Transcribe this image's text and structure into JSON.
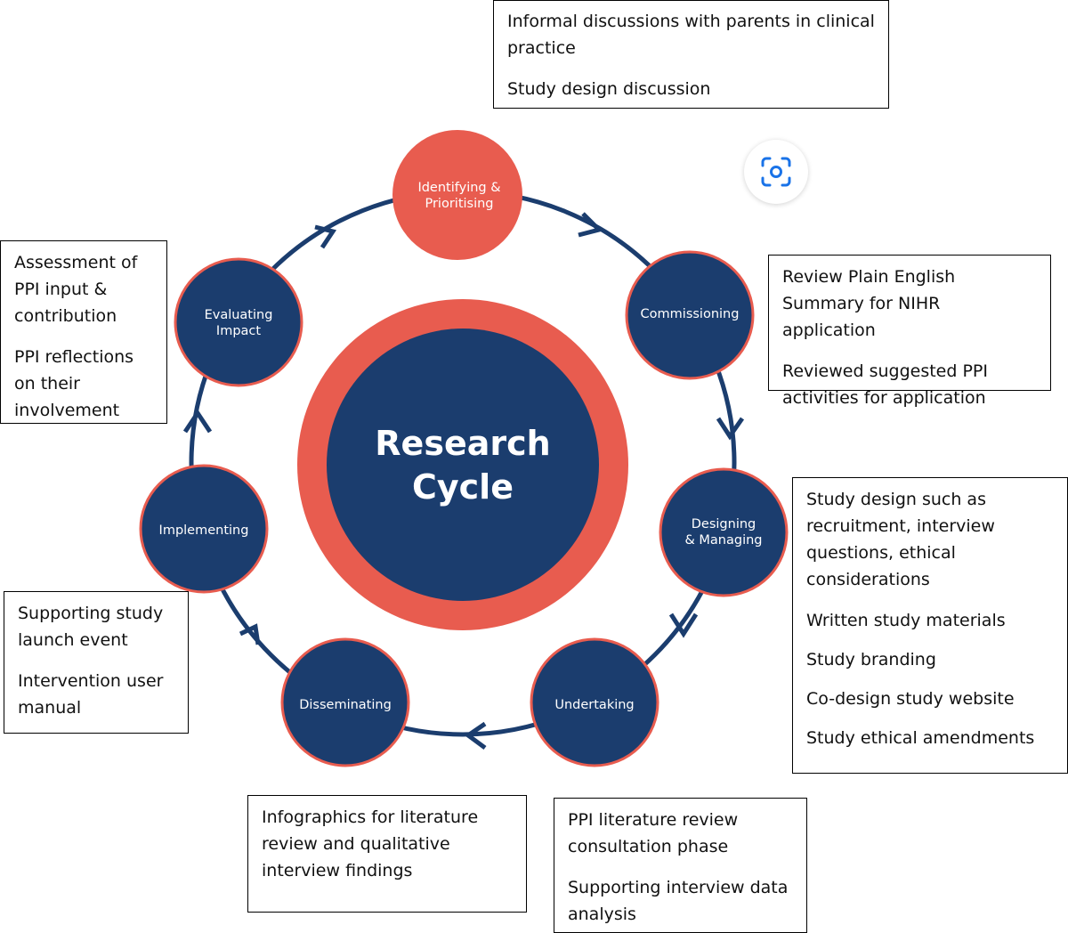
{
  "diagram": {
    "center": {
      "line1": "Research",
      "line2": "Cycle"
    },
    "stages": {
      "identifying": {
        "line1": "Identifying &",
        "line2": "Prioritising"
      },
      "commissioning": {
        "line1": "Commissioning"
      },
      "designing": {
        "line1": "Designing",
        "line2": "& Managing"
      },
      "undertaking": {
        "line1": "Undertaking"
      },
      "disseminating": {
        "line1": "Disseminating"
      },
      "implementing": {
        "line1": "Implementing"
      },
      "evaluating": {
        "line1": "Evaluating",
        "line2": "Impact"
      }
    },
    "notes": {
      "identifying": [
        "Informal discussions with parents in clinical practice",
        "Study design discussion"
      ],
      "commissioning": [
        "Review Plain English Summary for NIHR application",
        "Reviewed suggested PPI activities for application"
      ],
      "designing": [
        "Study design such as recruitment, interview questions, ethical considerations",
        "Written study materials",
        "Study branding",
        "Co-design study website",
        "Study ethical amendments"
      ],
      "undertaking": [
        "PPI literature review consultation phase",
        "Supporting interview data analysis"
      ],
      "disseminating": [
        "Infographics for literature review and qualitative interview findings"
      ],
      "implementing": [
        "Supporting study launch event",
        "Intervention user manual"
      ],
      "evaluating": [
        "Assessment of PPI input & contribution",
        "PPI reflections on their involvement"
      ]
    },
    "colors": {
      "navy": "#1b3d6e",
      "coral": "#e85c4f",
      "ring_line": "#1b3d6e"
    },
    "icons": [
      "lens-icon"
    ]
  }
}
